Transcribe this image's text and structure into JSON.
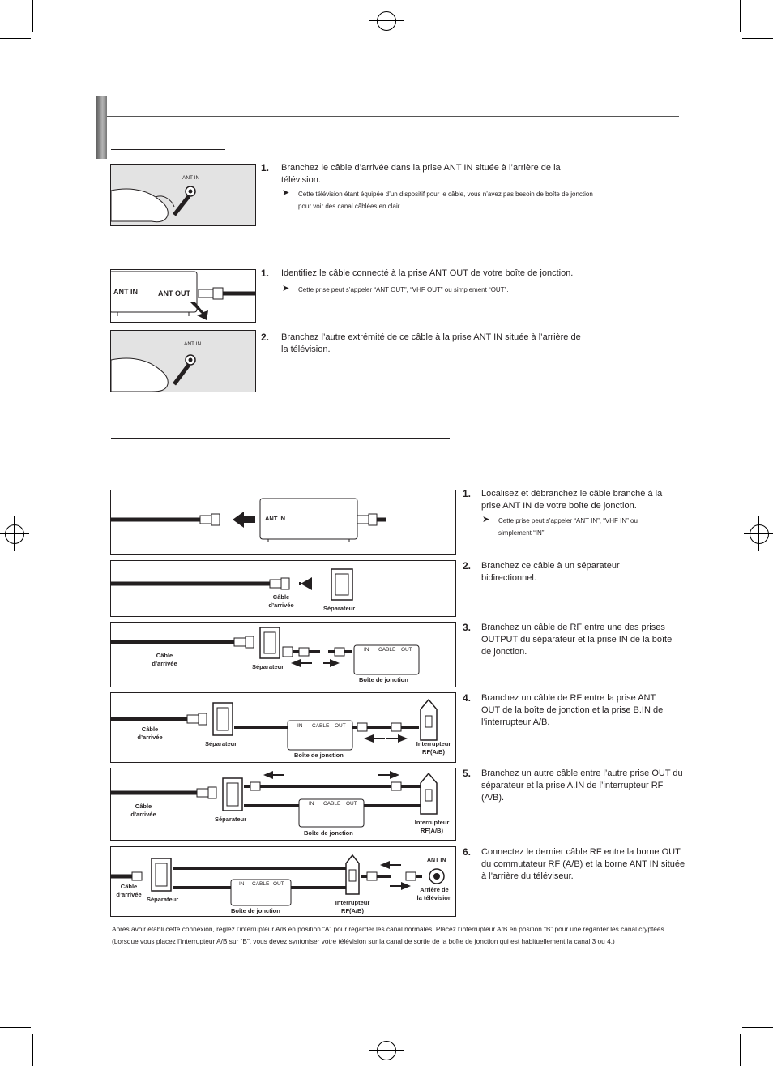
{
  "section1": {
    "step1": {
      "num": "1.",
      "text": "Branchez le câble d’arrivée dans la prise ANT IN située à l’arrière de la télévision.",
      "note": "Cette télévision étant équipée d’un dispositif pour le câble, vous n’avez pas besoin de boîte de jonction pour voir des canal câblées en clair."
    },
    "img_label": "ANT IN"
  },
  "section2": {
    "step1": {
      "num": "1.",
      "text": "Identifiez le câble connecté à la prise ANT OUT de votre boîte de jonction.",
      "note": "Cette prise peut s’appeler “ANT OUT”, “VHF OUT” ou simplement “OUT”."
    },
    "step2": {
      "num": "2.",
      "text": "Branchez l’autre extrémité de ce câble à la prise ANT IN située à l’arrière de la télévision."
    },
    "box_ant_in": "ANT IN",
    "box_ant_out": "ANT OUT",
    "img_label": "ANT IN"
  },
  "section3": {
    "steps": [
      {
        "num": "1.",
        "text": "Localisez et débranchez le câble branché à la prise ANT IN de votre boîte de jonction.",
        "note": "Cette prise peut s’appeler “ANT IN”, “VHF IN” ou simplement “IN”."
      },
      {
        "num": "2.",
        "text": "Branchez ce câble à un séparateur bidirectionnel."
      },
      {
        "num": "3.",
        "text": "Branchez un câble de RF entre une des prises OUTPUT du séparateur et la prise IN de la boîte de jonction."
      },
      {
        "num": "4.",
        "text": "Branchez un câble de RF entre la prise ANT OUT de la boîte de jonction et la prise B.IN de l’interrupteur A/B."
      },
      {
        "num": "5.",
        "text": "Branchez un autre câble entre l’autre prise OUT du séparateur et la prise A.IN de l’interrupteur RF (A/B)."
      },
      {
        "num": "6.",
        "text": "Connectez le dernier câble RF entre la borne OUT du commutateur RF (A/B) et la borne ANT IN située à l’arrière du téléviseur."
      }
    ],
    "labels": {
      "ant_in": "ANT IN",
      "cable_arrivee_1": "Câble",
      "cable_arrivee_2": "d’arrivée",
      "separateur": "Séparateur",
      "boite": "Boîte de jonction",
      "inter_1": "Interrupteur",
      "inter_2": "RF(A/B)",
      "arriere_1": "Arrière de",
      "arriere_2": "la télévision",
      "box_in": "IN",
      "box_cable": "CABLE",
      "box_out": "OUT"
    }
  },
  "footer": "Après avoir établi cette connexion, réglez l’interrupteur A/B en position “A” pour regarder les canal normales. Placez l’interrupteur A/B en position “B” pour une regarder les canal cryptées. (Lorsque vous placez l’interrupteur A/B sur “B”, vous devez syntoniser votre télévision sur la canal de sortie de la boîte de jonction qui est habituellement la canal 3 ou 4.)",
  "colors": {
    "text": "#231f20",
    "panel_bg": "#e3e3e3",
    "header_bar": "#888888"
  }
}
